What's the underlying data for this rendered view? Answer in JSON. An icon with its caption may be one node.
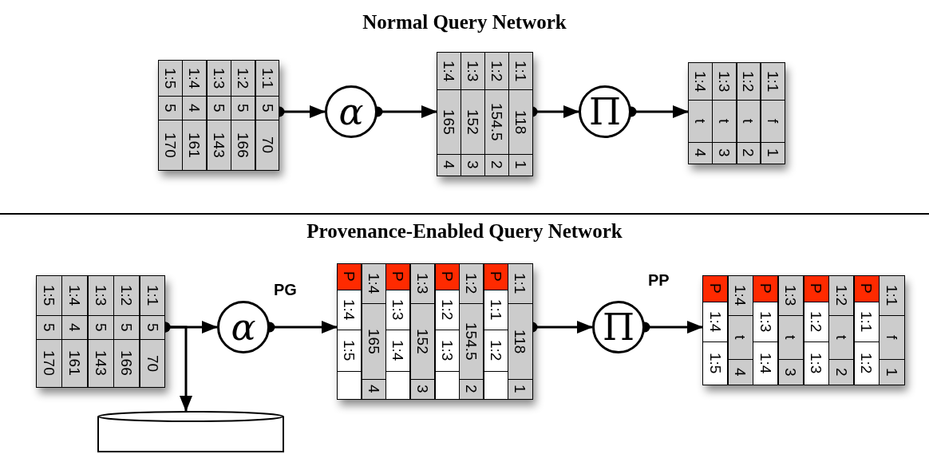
{
  "diagram": {
    "nodes": [
      {
        "text": [
          "1:1",
          "5",
          "70",
          "1:2",
          "5",
          "166",
          "1:3",
          "5",
          "143",
          "1:4",
          "4",
          "161",
          "1:5",
          "5",
          "170"
        ]
      },
      {
        "text": [
          "α"
        ]
      },
      {
        "text": [
          "1:1",
          "118",
          "1",
          "1:2",
          "154.5",
          "2",
          "1:3",
          "152",
          "3",
          "1:4",
          "165",
          "4"
        ]
      },
      {
        "text": [
          "Π"
        ]
      },
      {
        "text": [
          "1:1",
          "f",
          "1",
          "1:2",
          "t",
          "2",
          "1:3",
          "t",
          "3",
          "1:4",
          "t",
          "4"
        ]
      },
      {
        "text": [
          "1:1",
          "5",
          "70",
          "1:2",
          "5",
          "166",
          "1:3",
          "5",
          "143",
          "1:4",
          "4",
          "161",
          "1:5",
          "5",
          "170"
        ]
      },
      {
        "text": [
          "α"
        ],
        "beside": [
          "PG"
        ]
      },
      {
        "text": [
          "1:1",
          "118",
          "1",
          "P",
          "1:1",
          "1:2",
          "1:2",
          "154.5",
          "2",
          "P",
          "1:2",
          "1:3",
          "1:3",
          "152",
          "3",
          "P",
          "1:3",
          "1:4",
          "1:4",
          "165",
          "4",
          "P",
          "1:4",
          "1:5"
        ]
      },
      {
        "text": [
          "Π"
        ],
        "beside": [
          "PP"
        ]
      },
      {
        "text": [
          "1:1",
          "f",
          "1",
          "P",
          "1:1",
          "1:2",
          "1:2",
          "t",
          "2",
          "P",
          "1:2",
          "1:3",
          "1:3",
          "t",
          "3",
          "P",
          "1:3",
          "1:4",
          "1:4",
          "t",
          "4",
          "P",
          "1:4",
          "1:5"
        ]
      },
      {
        "text": [],
        "shape": "cylinder"
      }
    ],
    "edges": [
      {
        "from": 0,
        "to": 1,
        "arrow": "to"
      },
      {
        "from": 1,
        "to": 2,
        "arrow": "to"
      },
      {
        "from": 2,
        "to": 3,
        "arrow": "to"
      },
      {
        "from": 3,
        "to": 4,
        "arrow": "to"
      },
      {
        "from": 5,
        "to": 6,
        "arrow": "to"
      },
      {
        "from": 6,
        "to": 7,
        "arrow": "to"
      },
      {
        "from": 7,
        "to": 8,
        "arrow": "to"
      },
      {
        "from": 8,
        "to": 9,
        "arrow": "to"
      },
      {
        "from": 5,
        "to": 10,
        "arrow": "to"
      }
    ],
    "labels": [
      "Normal Query Network",
      "Provenance-Enabled Query Network"
    ]
  }
}
